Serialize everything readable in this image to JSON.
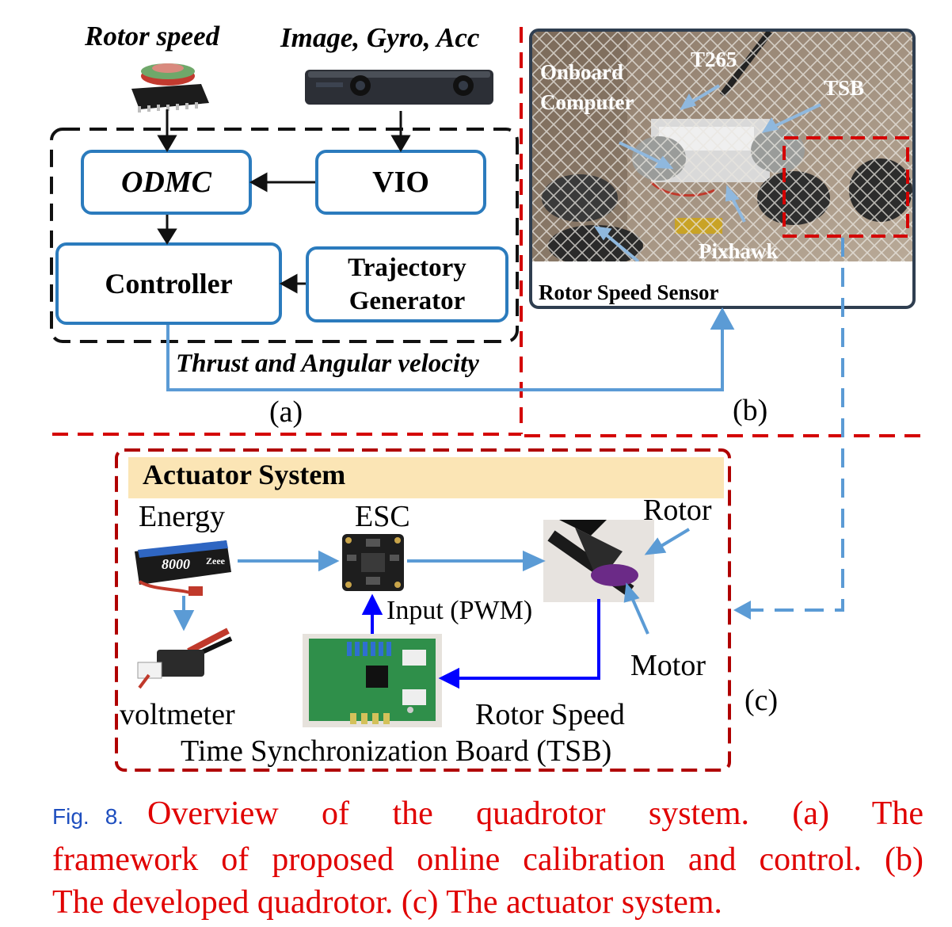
{
  "top_clip_text": "",
  "panel_a": {
    "input_rotor_speed": "Rotor speed",
    "input_camera": "Image, Gyro, Acc",
    "odmc": "ODMC",
    "vio": "VIO",
    "controller": "Controller",
    "trajectory_line1": "Trajectory",
    "trajectory_line2": "Generator",
    "output_label": "Thrust and Angular velocity",
    "panel_label": "(a)"
  },
  "panel_b": {
    "onboard_line1": "Onboard",
    "onboard_line2": "Computer",
    "t265": "T265",
    "tsb": "TSB",
    "pixhawk": "Pixhawk",
    "rotor_speed_sensor": "Rotor Speed Sensor",
    "panel_label": "(b)"
  },
  "panel_c": {
    "title": "Actuator System",
    "energy": "Energy",
    "esc": "ESC",
    "rotor": "Rotor",
    "motor": "Motor",
    "input_pwm": "Input (PWM)",
    "voltmeter": "voltmeter",
    "rotor_speed": "Rotor Speed",
    "tsb_full": "Time Synchronization Board (TSB)",
    "panel_label": "(c)",
    "battery_brand": "Zeee"
  },
  "caption": {
    "fig_word": "Fig.",
    "fig_number": "8.",
    "line1_text": "Overview of the quadrotor system. (a) The",
    "line2_text": "framework of proposed online calibration and control. (b)",
    "line3_text": "The developed quadrotor. (c) The actuator system."
  },
  "colors": {
    "block_border": "#2b7bbd",
    "arrow_blue": "#5b9bd5",
    "arrow_dark_blue": "#0000ff",
    "red_dash": "#d40000",
    "dark_red_box": "#b00000",
    "title_fill": "#fbe5b5",
    "caption_red": "#e00000",
    "caption_blue": "#1f4fbf"
  }
}
